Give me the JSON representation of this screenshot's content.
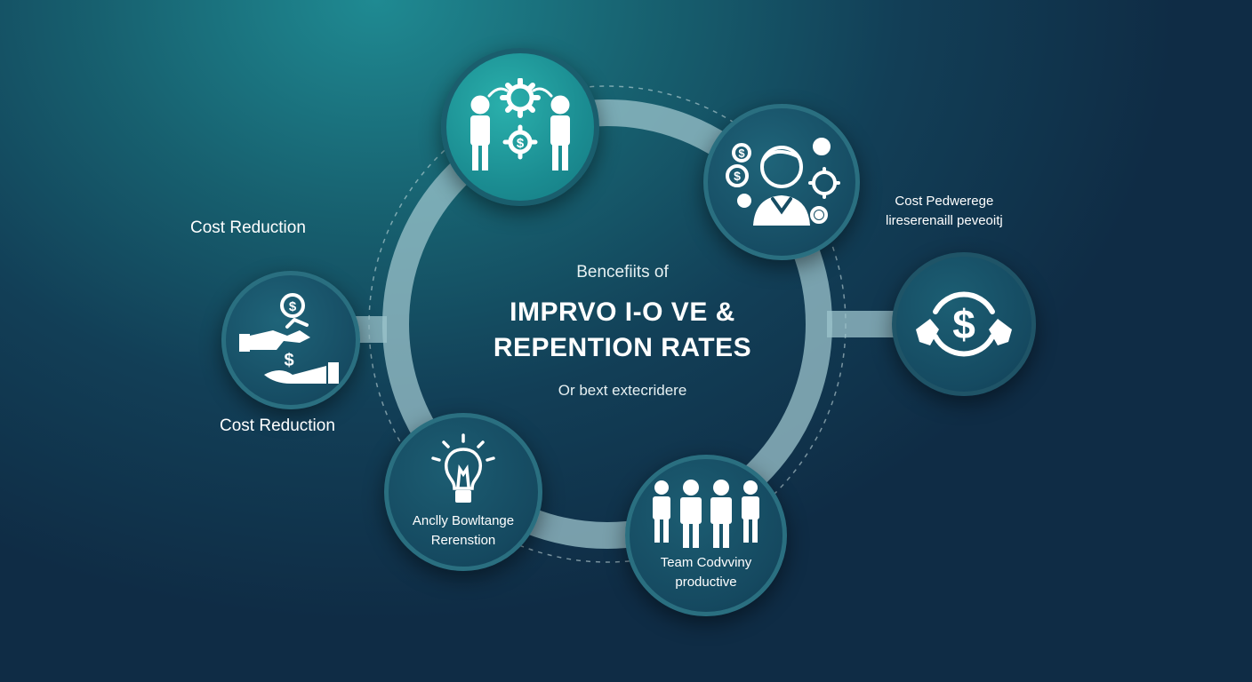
{
  "center": {
    "pretitle": "Bencefiits of",
    "title_lines": [
      "IMPRVO I-O VE &",
      "REPENTION RATES"
    ],
    "subtitle": "Or bext extecridere"
  },
  "side_labels": {
    "left_top": "Cost Reduction",
    "left_bottom": "Cost Reduction",
    "right_lines": [
      "Cost Pedwerege",
      "lireserenaill peveoitj"
    ]
  },
  "nodes": {
    "top": {
      "icon": "people-gears-icon"
    },
    "top_right": {
      "icon": "person-gears-dollar-icon"
    },
    "left": {
      "icon": "hand-dollar-cost-icon"
    },
    "right": {
      "icon": "hands-dollar-circle-icon"
    },
    "bottom_left": {
      "icon": "lightbulb-icon",
      "label_lines": [
        "Anclly Bowltange",
        "Rerenstion"
      ]
    },
    "bottom_right": {
      "icon": "team-people-icon",
      "label_lines": [
        "Team Codvviny",
        "productive"
      ]
    }
  },
  "colors": {
    "accent_teal": "#1b8d92",
    "ring": "#9cc4cc",
    "node_dark": "#164c63",
    "background_dark": "#0f2c45"
  }
}
